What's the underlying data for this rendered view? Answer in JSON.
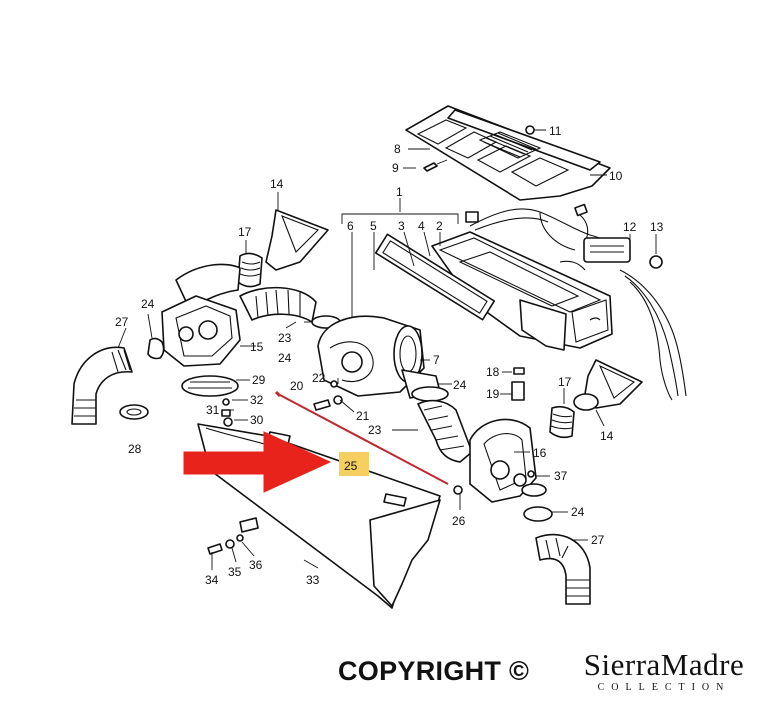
{
  "diagram": {
    "callouts": [
      "1",
      "2",
      "3",
      "4",
      "5",
      "6",
      "7",
      "8",
      "9",
      "10",
      "11",
      "12",
      "13",
      "14",
      "15",
      "16",
      "17",
      "18",
      "19",
      "20",
      "21",
      "22",
      "23",
      "24",
      "25",
      "26",
      "27",
      "28",
      "29",
      "30",
      "31",
      "32",
      "33",
      "34",
      "35",
      "36",
      "37"
    ],
    "highlighted_part": "25",
    "highlight_color": "#f5d060",
    "arrow_color": "#e8231c",
    "line_color": "#111111",
    "rod_color": "#c0282f"
  },
  "footer": {
    "copyright": "COPYRIGHT ©",
    "brand_name": "SierraMadre",
    "brand_sub": "COLLECTION"
  }
}
